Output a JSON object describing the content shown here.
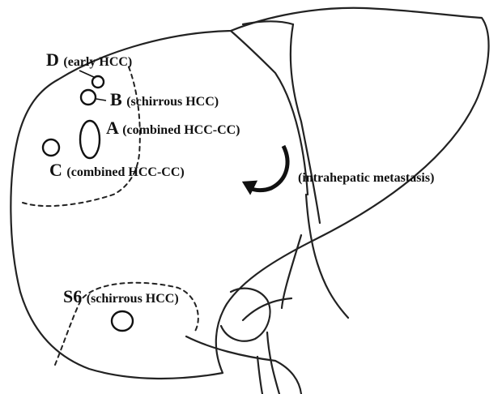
{
  "labels": {
    "d": {
      "letter": "D",
      "text": "(early HCC)"
    },
    "b": {
      "letter": "B",
      "text": "(schirrous HCC)"
    },
    "a": {
      "letter": "A",
      "text": "(combined HCC-CC)"
    },
    "c": {
      "letter": "C",
      "text": "(combined HCC-CC)"
    },
    "metastasis": {
      "text": "(intrahepatic metastasis)"
    },
    "s6": {
      "letter": "S6",
      "text": "(schirrous HCC)"
    }
  }
}
